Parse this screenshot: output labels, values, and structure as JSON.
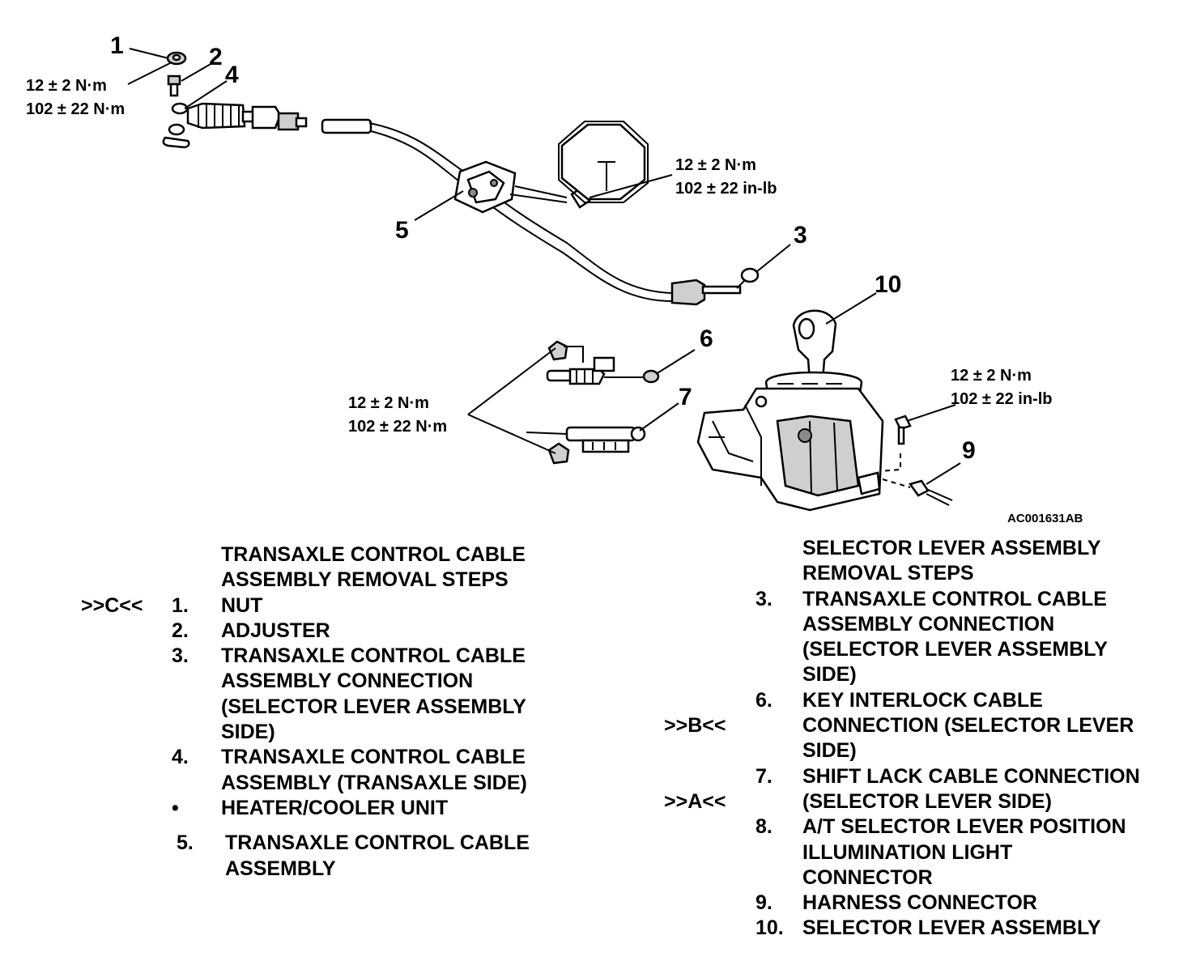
{
  "diagram": {
    "callouts": [
      "1",
      "2",
      "4",
      "5",
      "3",
      "10",
      "6",
      "7",
      "9"
    ],
    "torque_top_left": [
      "12 ± 2 N·m",
      "102 ± 22 N·m"
    ],
    "torque_bracket": [
      "12 ± 2 N·m",
      "102 ± 22 in-lb"
    ],
    "torque_mid_left": [
      "12 ± 2 N·m",
      "102 ± 22 N·m"
    ],
    "torque_right": [
      "12 ±  2 N·m",
      "102 ± 22 in-lb"
    ],
    "figure_code": "AC001631AB"
  },
  "left_section": {
    "heading": "TRANSAXLE CONTROL CABLE ASSEMBLY REMOVAL STEPS",
    "items": [
      {
        "ref": ">>C<<",
        "num": "1.",
        "text": "NUT"
      },
      {
        "ref": "",
        "num": "2.",
        "text": "ADJUSTER"
      },
      {
        "ref": "",
        "num": "3.",
        "text": "TRANSAXLE CONTROL CABLE ASSEMBLY CONNECTION (SELECTOR LEVER ASSEMBLY SIDE)"
      },
      {
        "ref": "",
        "num": "4.",
        "text": "TRANSAXLE CONTROL CABLE ASSEMBLY (TRANSAXLE SIDE)"
      },
      {
        "ref": "",
        "num": "•",
        "text": "HEATER/COOLER UNIT"
      },
      {
        "ref": "",
        "num": "5.",
        "text": "TRANSAXLE CONTROL CABLE ASSEMBLY"
      }
    ]
  },
  "right_section": {
    "heading": "SELECTOR LEVER ASSEMBLY REMOVAL STEPS",
    "items": [
      {
        "ref": "",
        "num": "3.",
        "text": "TRANSAXLE CONTROL CABLE ASSEMBLY CONNECTION (SELECTOR LEVER ASSEMBLY SIDE)"
      },
      {
        "ref": ">>B<<",
        "num": "6.",
        "text": "KEY INTERLOCK CABLE CONNECTION (SELECTOR LEVER SIDE)"
      },
      {
        "ref": ">>A<<",
        "num": "7.",
        "text": "SHIFT LACK CABLE CONNECTION (SELECTOR LEVER SIDE)"
      },
      {
        "ref": "",
        "num": "8.",
        "text": "A/T SELECTOR LEVER POSITION ILLUMINATION LIGHT CONNECTOR"
      },
      {
        "ref": "",
        "num": "9.",
        "text": "HARNESS CONNECTOR"
      },
      {
        "ref": "",
        "num": "10.",
        "text": "SELECTOR LEVER ASSEMBLY"
      }
    ]
  }
}
